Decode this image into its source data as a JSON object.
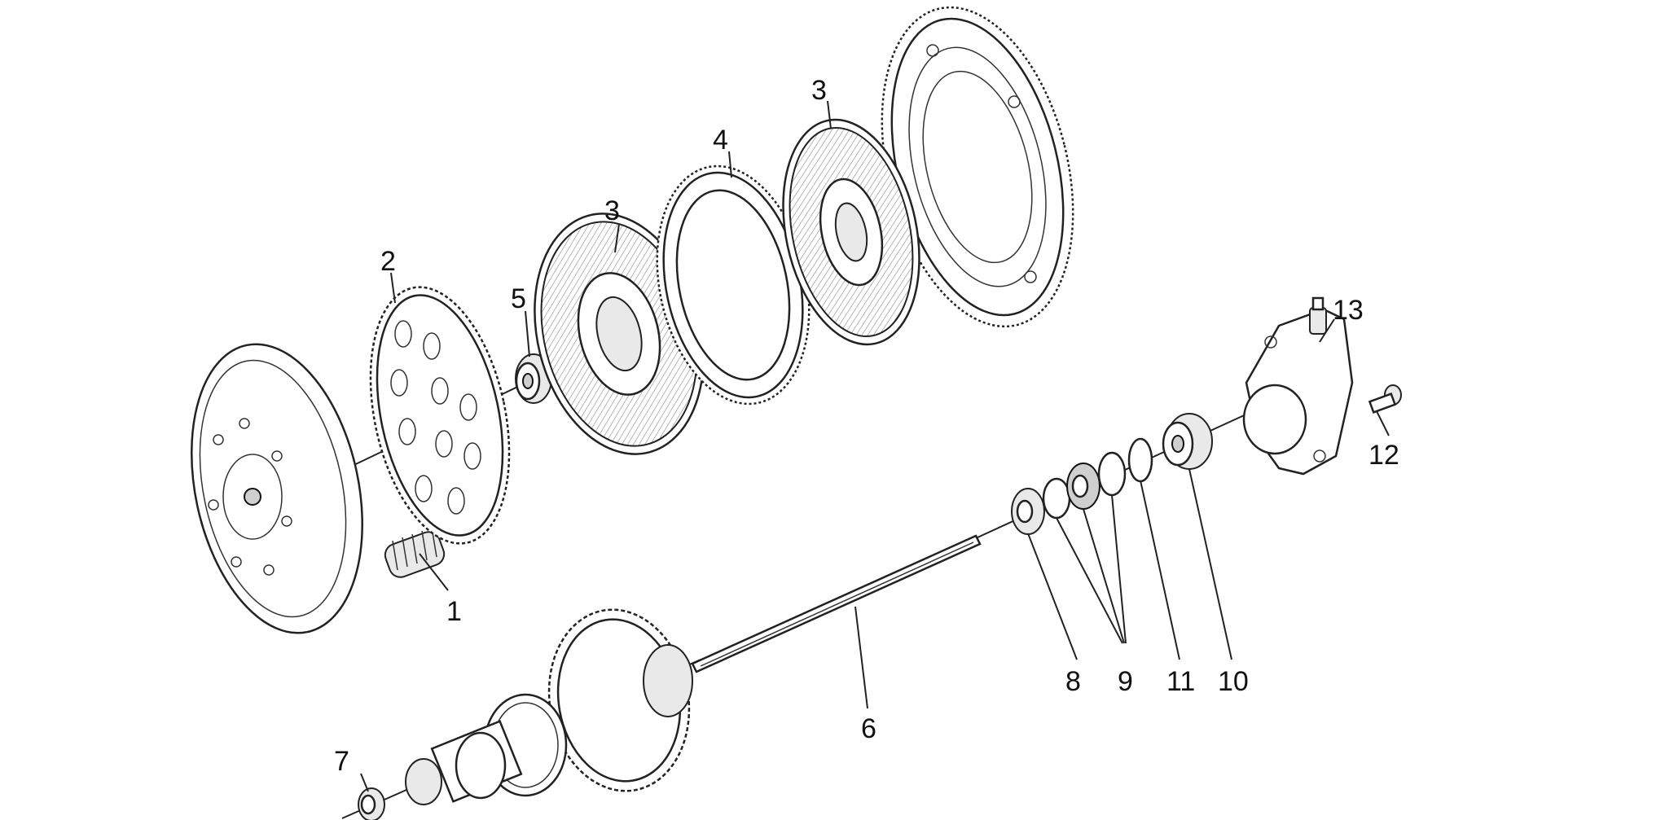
{
  "callouts": {
    "c1": "1",
    "c2": "2",
    "c3a": "3",
    "c3b": "3",
    "c4": "4",
    "c5": "5",
    "c6": "6",
    "c7": "7",
    "c8": "8",
    "c9": "9",
    "c10": "10",
    "c11": "11",
    "c12": "12",
    "c13": "13"
  }
}
